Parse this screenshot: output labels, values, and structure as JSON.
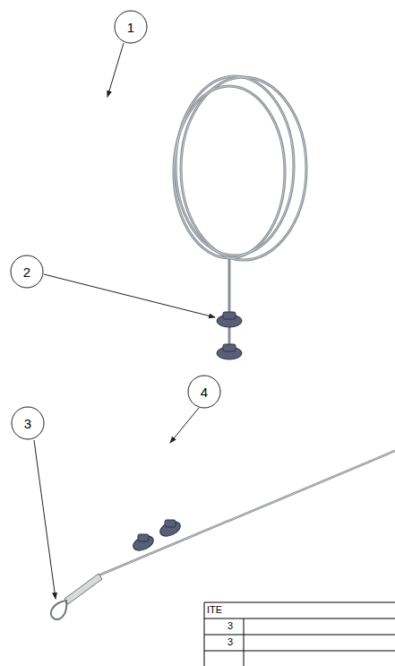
{
  "diagram": {
    "nodes": [
      {
        "text": [
          "1"
        ]
      },
      {
        "text": [
          "2"
        ]
      },
      {
        "text": [
          "4"
        ]
      },
      {
        "text": [
          "3"
        ]
      }
    ],
    "labels": [
      "ITE",
      "3",
      "3"
    ]
  }
}
